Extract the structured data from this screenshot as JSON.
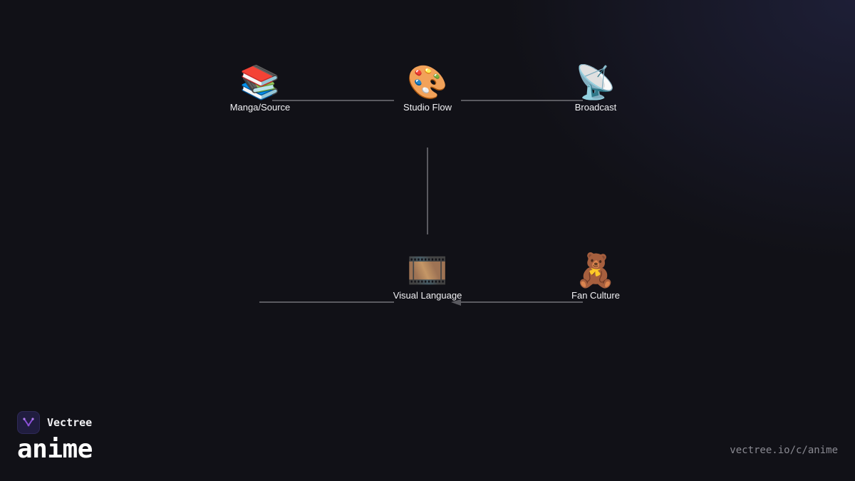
{
  "nodes": [
    {
      "id": "manga",
      "emoji": "📚",
      "label": "Manga/Source"
    },
    {
      "id": "studio",
      "emoji": "🎨",
      "label": "Studio Flow"
    },
    {
      "id": "broadcast",
      "emoji": "📡",
      "label": "Broadcast"
    },
    {
      "id": "visual",
      "emoji": "🎞️",
      "label": "Visual Language"
    },
    {
      "id": "fan",
      "emoji": "🧸",
      "label": "Fan Culture"
    }
  ],
  "edges": [
    {
      "from": "manga",
      "to": "studio"
    },
    {
      "from": "studio",
      "to": "broadcast"
    },
    {
      "from": "studio",
      "to": "visual"
    },
    {
      "from": "manga",
      "to": "visual"
    },
    {
      "from": "fan",
      "to": "visual"
    }
  ],
  "brand": {
    "name": "Vectree",
    "title": "anime",
    "url": "vectree.io/c/anime"
  },
  "colors": {
    "background": "#111117",
    "edge": "#5a5a60",
    "accent": "#8b4fd8"
  }
}
